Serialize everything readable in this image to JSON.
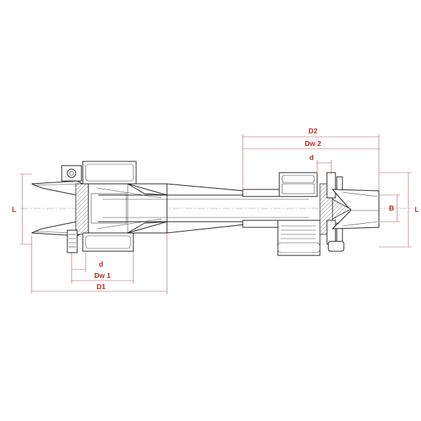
{
  "labels": {
    "left_height": "L",
    "right_height": "L",
    "b": "B",
    "d2": "D2",
    "dw2": "Dw 2",
    "d_right": "d",
    "d_left": "d",
    "dw1": "Dw 1",
    "d1": "D1"
  },
  "colors": {
    "dimension_text": "#c0281e",
    "dimension_line": "#b04848",
    "outline": "#1a1a1a",
    "centerline": "#8a8a8a"
  }
}
